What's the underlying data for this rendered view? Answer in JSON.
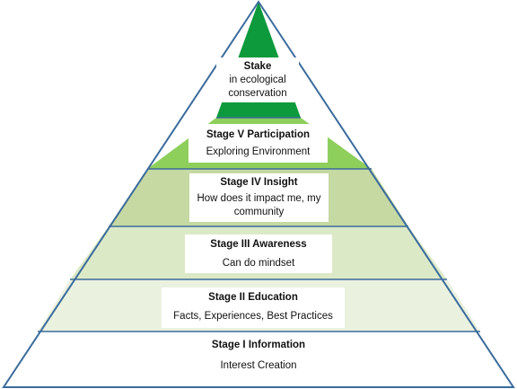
{
  "pyramid": {
    "outline_color": "#3a6b9c",
    "stages": [
      {
        "title": "Stake",
        "subtitle": "in ecological conservation",
        "fill": "#0c9a3c"
      },
      {
        "title": "Stage V  Participation",
        "subtitle": "Exploring Environment",
        "fill": "#8ecf5c"
      },
      {
        "title": "Stage IV    Insight",
        "subtitle": "How does it impact me, my community",
        "fill": "#c6d9a2"
      },
      {
        "title": "Stage III   Awareness",
        "subtitle": "Can do mindset",
        "fill": "#dce9c7"
      },
      {
        "title": "Stage II   Education",
        "subtitle": "Facts, Experiences,  Best Practices",
        "fill": "#eaf1df"
      },
      {
        "title": "Stage I   Information",
        "subtitle": "Interest Creation",
        "fill": "#ffffff"
      }
    ]
  }
}
